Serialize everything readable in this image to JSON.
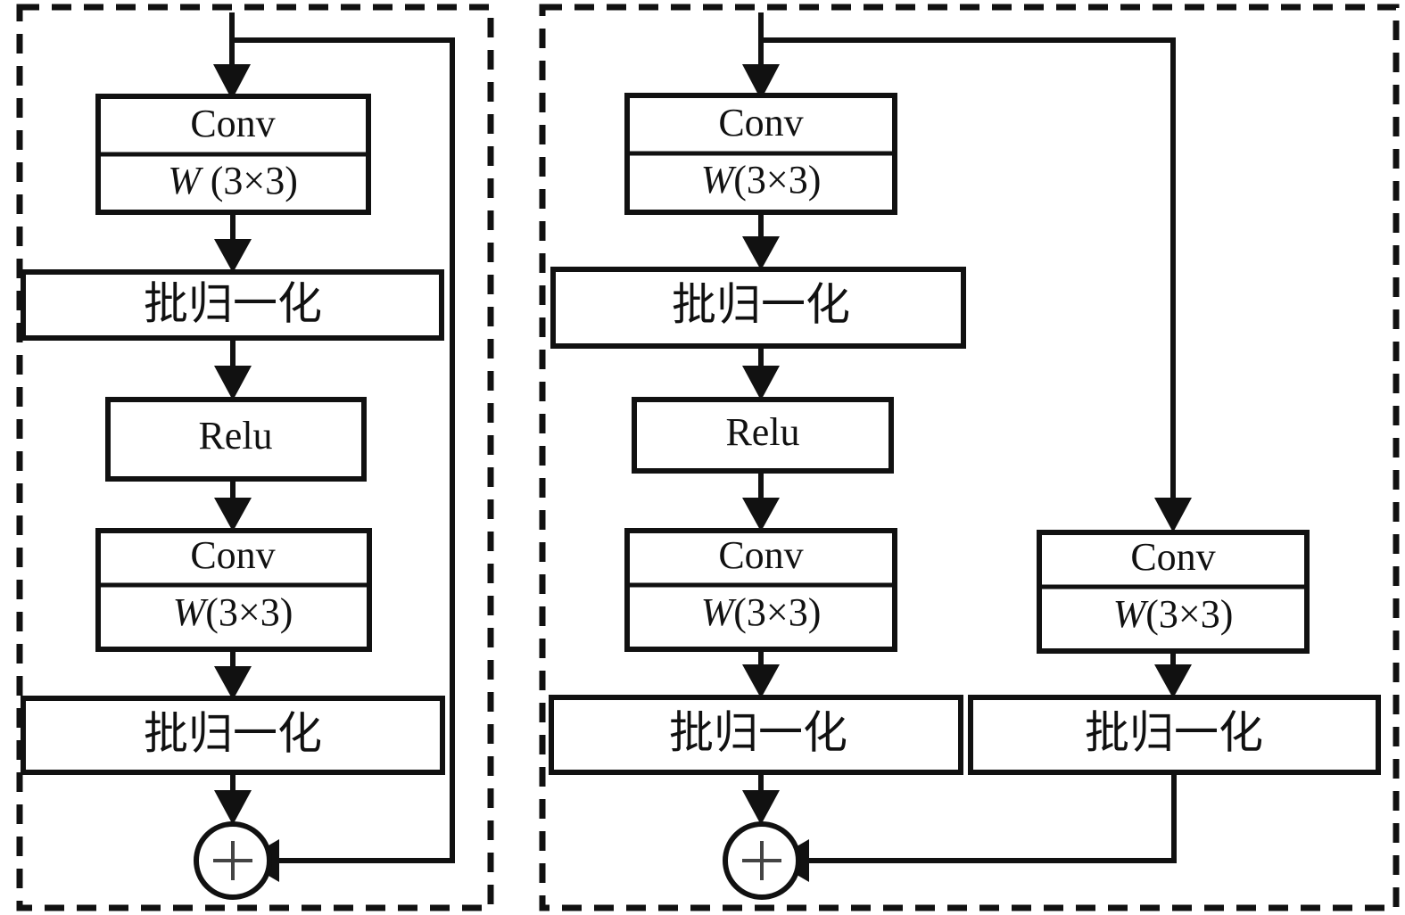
{
  "figure": {
    "type": "diagram",
    "subtype": "neural-network-residual-block",
    "panels": [
      {
        "id": "left-panel",
        "name": "identity-residual-block",
        "border_style": "dashed",
        "nodes": [
          {
            "id": "conv1",
            "kind": "conv",
            "title": "Conv",
            "subtitle_var": "W",
            "subtitle_rest": " (3×3)"
          },
          {
            "id": "bn1",
            "kind": "batchnorm",
            "title": "批归一化"
          },
          {
            "id": "relu1",
            "kind": "activation",
            "title": "Relu"
          },
          {
            "id": "conv2",
            "kind": "conv",
            "title": "Conv",
            "subtitle_var": "W",
            "subtitle_rest": "(3×3)"
          },
          {
            "id": "bn2",
            "kind": "batchnorm",
            "title": "批归一化"
          },
          {
            "id": "add1",
            "kind": "adder",
            "title": "+"
          }
        ],
        "edges": [
          {
            "from": "input",
            "to": "conv1"
          },
          {
            "from": "conv1",
            "to": "bn1"
          },
          {
            "from": "bn1",
            "to": "relu1"
          },
          {
            "from": "relu1",
            "to": "conv2"
          },
          {
            "from": "conv2",
            "to": "bn2"
          },
          {
            "from": "bn2",
            "to": "add1"
          },
          {
            "from": "input",
            "to": "add1",
            "kind": "identity-shortcut"
          }
        ]
      },
      {
        "id": "right-panel",
        "name": "projection-residual-block",
        "border_style": "dashed",
        "nodes": [
          {
            "id": "r-conv1",
            "kind": "conv",
            "title": "Conv",
            "subtitle_var": "W",
            "subtitle_rest": "(3×3)"
          },
          {
            "id": "r-bn1",
            "kind": "batchnorm",
            "title": "批归一化"
          },
          {
            "id": "r-relu1",
            "kind": "activation",
            "title": "Relu"
          },
          {
            "id": "r-conv2",
            "kind": "conv",
            "title": "Conv",
            "subtitle_var": "W",
            "subtitle_rest": "(3×3)"
          },
          {
            "id": "r-bn2",
            "kind": "batchnorm",
            "title": "批归一化"
          },
          {
            "id": "r-conv-short",
            "kind": "conv",
            "title": "Conv",
            "subtitle_var": "W",
            "subtitle_rest": "(3×3)"
          },
          {
            "id": "r-bn-short",
            "kind": "batchnorm",
            "title": "批归一化"
          },
          {
            "id": "r-add",
            "kind": "adder",
            "title": "+"
          }
        ],
        "edges": [
          {
            "from": "input",
            "to": "r-conv1"
          },
          {
            "from": "r-conv1",
            "to": "r-bn1"
          },
          {
            "from": "r-bn1",
            "to": "r-relu1"
          },
          {
            "from": "r-relu1",
            "to": "r-conv2"
          },
          {
            "from": "r-conv2",
            "to": "r-bn2"
          },
          {
            "from": "r-bn2",
            "to": "r-add"
          },
          {
            "from": "input",
            "to": "r-conv-short",
            "kind": "projection-shortcut"
          },
          {
            "from": "r-conv-short",
            "to": "r-bn-short"
          },
          {
            "from": "r-bn-short",
            "to": "r-add"
          }
        ]
      }
    ]
  },
  "colors": {
    "stroke": "#111111",
    "background": "#ffffff",
    "plus_stroke": "#444444"
  }
}
